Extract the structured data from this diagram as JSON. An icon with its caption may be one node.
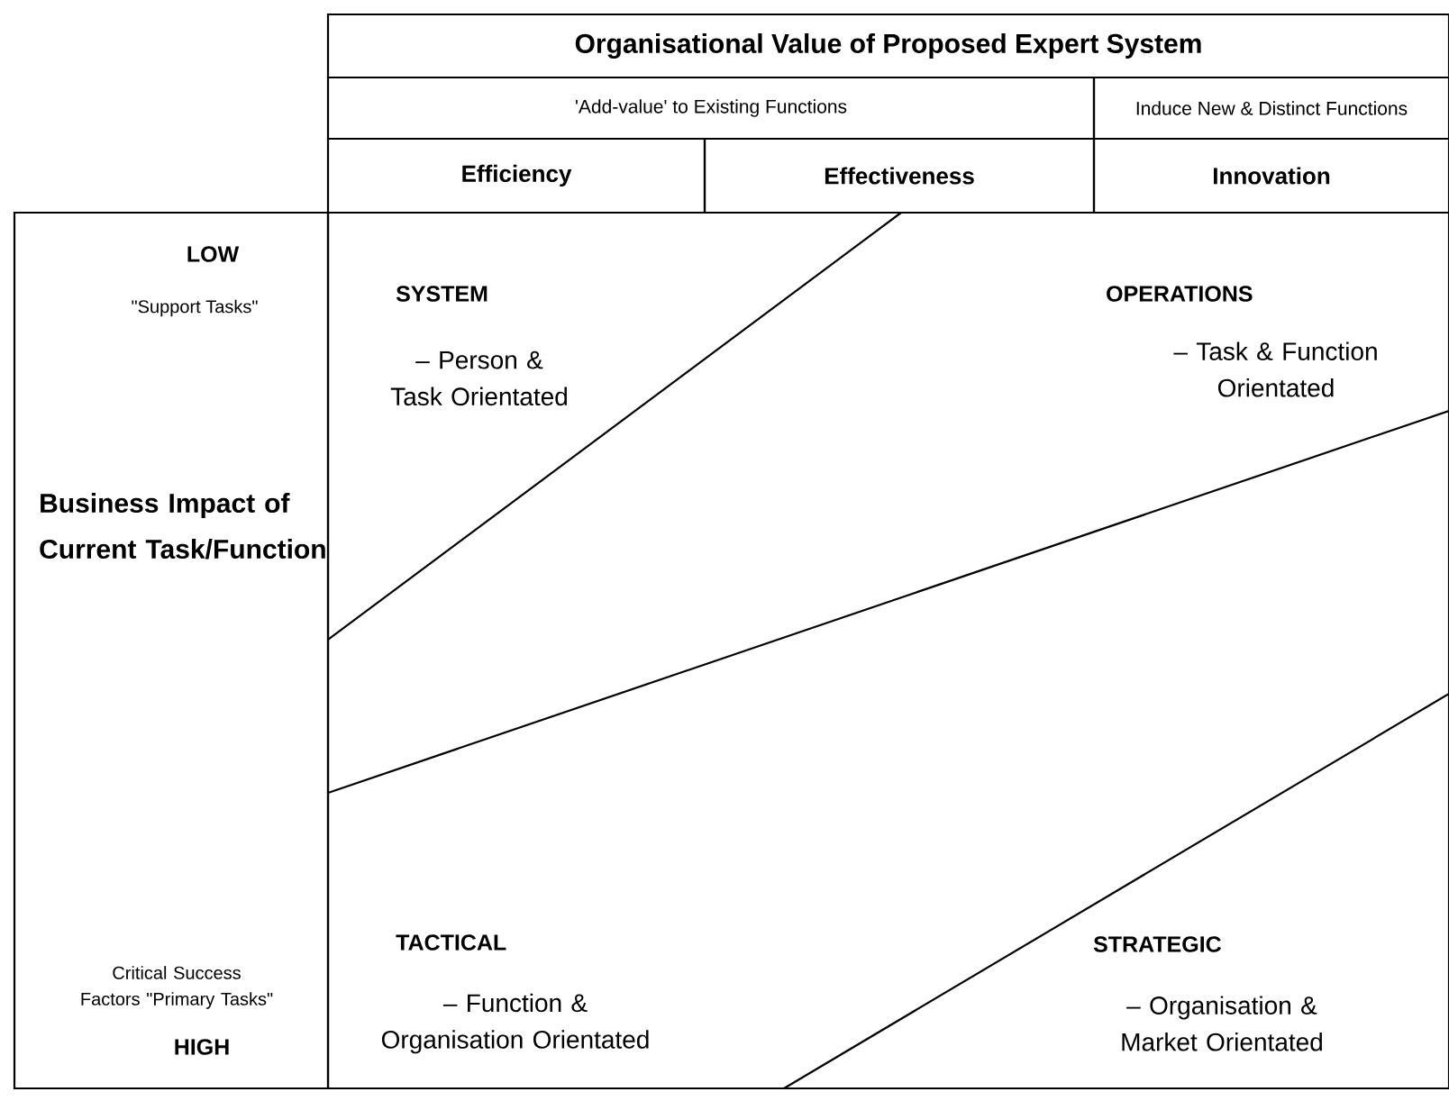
{
  "diagram": {
    "nodes": [
      {
        "text": [
          "Organisational Value of Proposed Expert System"
        ]
      },
      {
        "text": [
          "'Add-value' to Existing Functions"
        ]
      },
      {
        "text": [
          "Induce New & Distinct Functions"
        ]
      },
      {
        "text": [
          "Efficiency"
        ]
      },
      {
        "text": [
          "Effectiveness"
        ]
      },
      {
        "text": [
          "Innovation"
        ]
      },
      {
        "text": [
          "LOW",
          "\"Support Tasks\"",
          "Business Impact of Current Task/Function",
          "Critical Success Factors \"Primary Tasks\"",
          "HIGH"
        ]
      },
      {
        "text": [
          "SYSTEM",
          "– Person & Task Orientated",
          "OPERATIONS",
          "– Task & Function Orientated",
          "TACTICAL",
          "– Function & Organisation Orientated",
          "STRATEGIC",
          "– Organisation & Market Orientated"
        ]
      }
    ]
  }
}
